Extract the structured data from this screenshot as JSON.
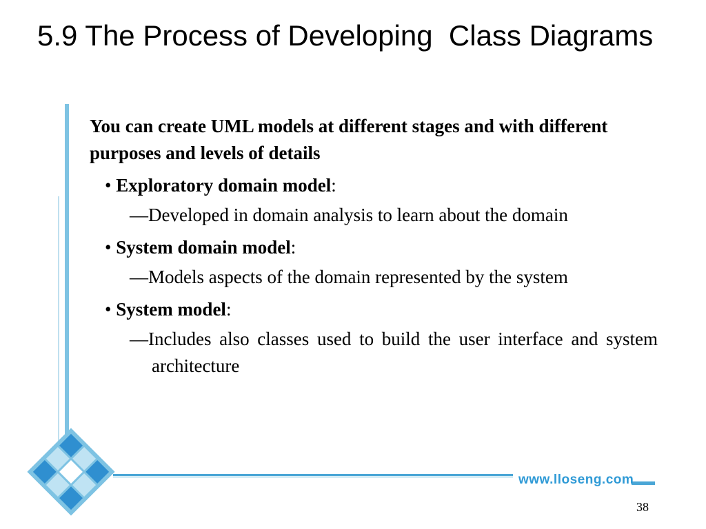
{
  "slide": {
    "title": "5.9 The Process of Developing  Class Diagrams",
    "intro": "You can create UML models at different stages and with different purposes and levels of details",
    "items": [
      {
        "bullet": "•",
        "term": "Exploratory domain model",
        "colon": ":",
        "dash": "—",
        "desc": "Developed in domain analysis to learn about the domain"
      },
      {
        "bullet": "•",
        "term": "System domain model",
        "colon": ":",
        "dash": "—",
        "desc": "Models aspects of the domain represented by the system"
      },
      {
        "bullet": "•",
        "term": "System model",
        "colon": ":",
        "dash": "—",
        "desc": "Includes also classes used to build the user interface and system architecture"
      }
    ],
    "footer_url": "www.lloseng.com",
    "page_number": "38"
  },
  "colors": {
    "accent_blue": "#4aa6d6",
    "light_blue": "#7ec3e3",
    "url_blue": "#2f9ad6"
  },
  "icons": {
    "corner_decoration": "diamond-grid-icon"
  }
}
